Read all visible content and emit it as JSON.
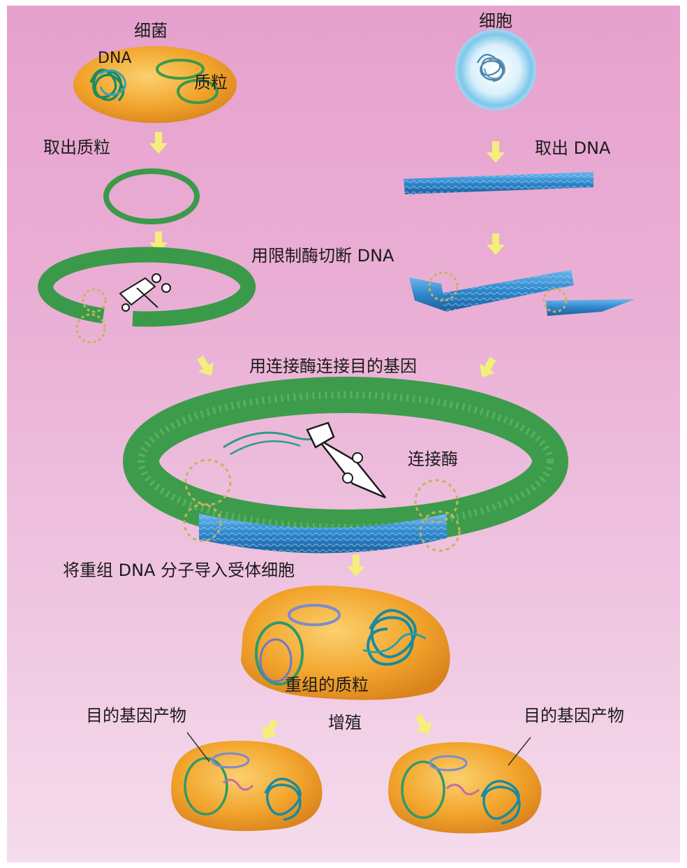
{
  "labels": {
    "bacterium": "细菌",
    "dna_in_bacterium": "DNA",
    "plasmid": "质粒",
    "cell": "细胞",
    "extract_plasmid": "取出质粒",
    "extract_dna": "取出 DNA",
    "cut_with_restriction_enzyme": "用限制酶切断 DNA",
    "ligate_target_gene": "用连接酶连接目的基因",
    "ligase": "连接酶",
    "introduce_recombinant_dna": "将重组 DNA 分子导入受体细胞",
    "recombinant_plasmid": "重组的质粒",
    "target_gene_product_left": "目的基因产物",
    "proliferate": "增殖",
    "target_gene_product_right": "目的基因产物"
  },
  "colors": {
    "background": "#e8a8d2",
    "plasmid_green": "#3a9a4a",
    "dna_blue": "#2a84c4",
    "bacterium_orange": "#f1a22c",
    "arrow_yellow": "#f4ef7a"
  }
}
